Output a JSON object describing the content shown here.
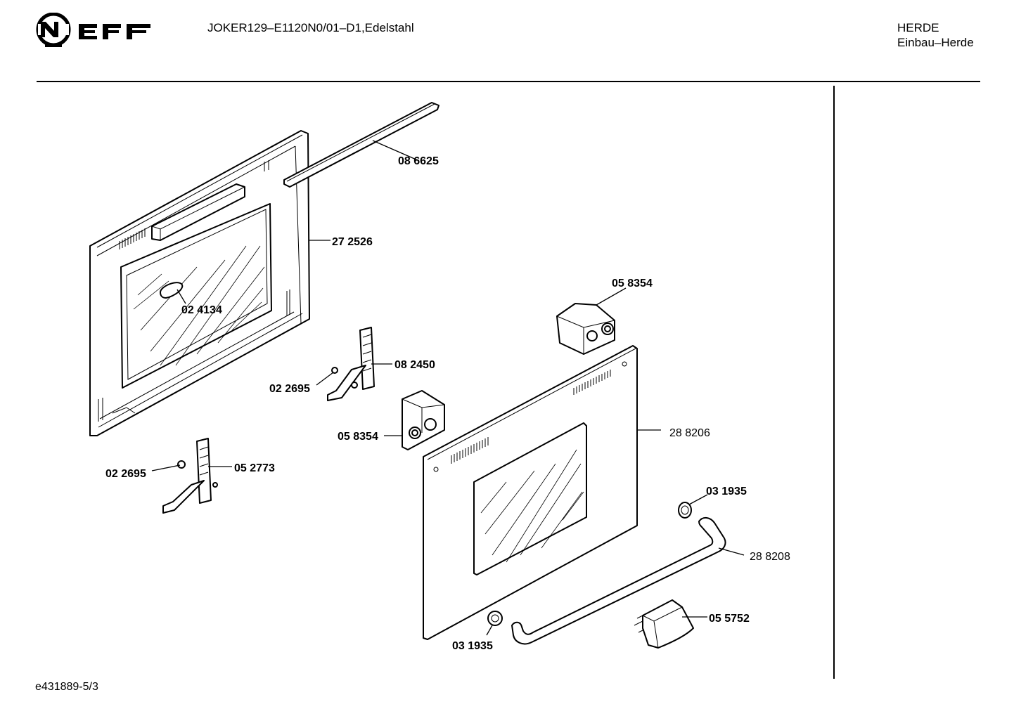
{
  "header": {
    "brand": "NEFF",
    "model_line": "JOKER129–E1120N0/01–D1,Edelstahl",
    "category": "HERDE",
    "subcategory": "Einbau–Herde"
  },
  "footer": {
    "doc_id": "e431889-5/3"
  },
  "parts": [
    {
      "id": "p-086625",
      "number": "08 6625"
    },
    {
      "id": "p-272526",
      "number": "27 2526"
    },
    {
      "id": "p-024134",
      "number": "02 4134"
    },
    {
      "id": "p-082450",
      "number": "08 2450"
    },
    {
      "id": "p-022695a",
      "number": "02 2695"
    },
    {
      "id": "p-058354a",
      "number": "05 8354"
    },
    {
      "id": "p-058354b",
      "number": "05 8354"
    },
    {
      "id": "p-022695b",
      "number": "02 2695"
    },
    {
      "id": "p-052773",
      "number": "05 2773"
    },
    {
      "id": "p-288206",
      "number": "28 8206"
    },
    {
      "id": "p-031935a",
      "number": "03 1935"
    },
    {
      "id": "p-288208",
      "number": "28 8208"
    },
    {
      "id": "p-055752",
      "number": "05 5752"
    },
    {
      "id": "p-031935b",
      "number": "03 1935"
    }
  ],
  "colors": {
    "ink": "#000000",
    "paper": "#ffffff"
  }
}
